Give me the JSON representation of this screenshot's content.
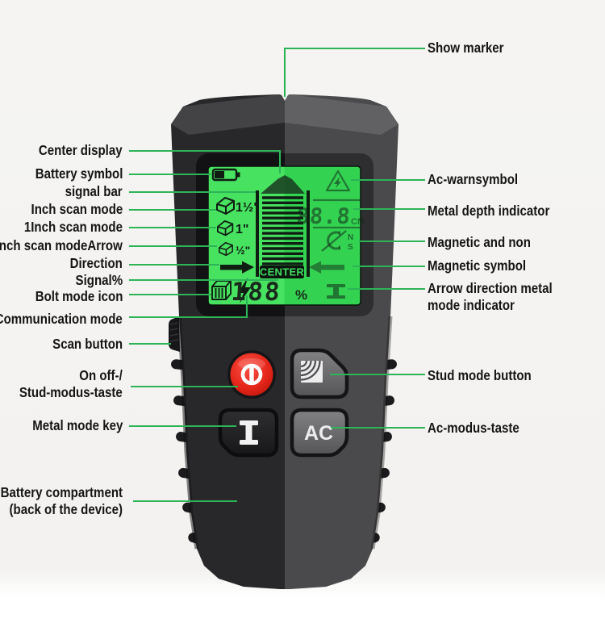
{
  "background": {
    "paper_color": "#f4f3f1",
    "bottom_strip_color": "#ffffff"
  },
  "accent": {
    "callout_line_color": "#2db457",
    "lcd_green_left": "#48e261",
    "lcd_green_right": "#33d251",
    "power_button_red": "#e7281c"
  },
  "callouts": {
    "left": [
      {
        "label": "Center display"
      },
      {
        "label": "Battery symbol"
      },
      {
        "label": "signal bar"
      },
      {
        "label": "Inch scan mode"
      },
      {
        "label": "1Inch scan mode"
      },
      {
        "label": "Inch scan modeArrow"
      },
      {
        "label": "Direction"
      },
      {
        "label": "Signal%"
      },
      {
        "label": "Bolt mode icon"
      },
      {
        "label": "Communication mode"
      },
      {
        "label": "Scan button"
      },
      {
        "label": "On off-/",
        "label2": "Stud-modus-taste"
      },
      {
        "label": "Metal mode key"
      },
      {
        "label": "Battery compartment",
        "label2": "(back of the device)"
      }
    ],
    "right": [
      {
        "label": "Show marker"
      },
      {
        "label": "Ac-warnsymbol"
      },
      {
        "label": "Metal depth indicator"
      },
      {
        "label": "Magnetic and non"
      },
      {
        "label": "Magnetic symbol"
      },
      {
        "label": "Arrow direction metal",
        "label2": "mode indicator"
      },
      {
        "label": "Stud mode button"
      },
      {
        "label": "Ac-modus-taste"
      }
    ]
  },
  "device": {
    "lcd": {
      "center_label": "CENTER",
      "signal_value": "188",
      "signal_unit": "%",
      "depth_value": "88.8",
      "depth_unit": "CM",
      "magnet_n": "N",
      "magnet_s": "S",
      "scan_modes": [
        {
          "label": "1½\""
        },
        {
          "label": "1\""
        },
        {
          "label": "½\""
        }
      ]
    },
    "buttons": {
      "power": {
        "icon": "power-icon"
      },
      "stud": {
        "icon": "stud-waves-icon"
      },
      "metal": {
        "icon": "i-beam-icon"
      },
      "ac": {
        "label": "AC"
      }
    }
  }
}
